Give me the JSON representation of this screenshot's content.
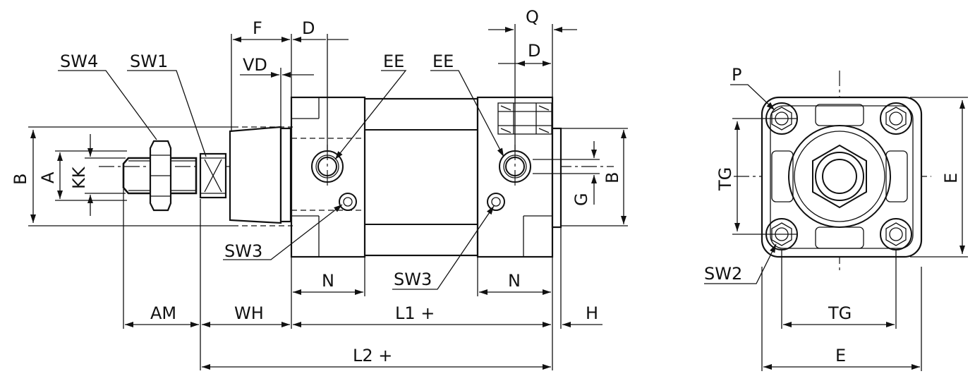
{
  "labels": {
    "sw4": "SW4",
    "sw1": "SW1",
    "f": "F",
    "d_top": "D",
    "vd": "VD",
    "ee_left": "EE",
    "ee_right": "EE",
    "q": "Q",
    "d_right": "D",
    "b_left": "B",
    "a": "A",
    "kk": "KK",
    "sw3_left": "SW3",
    "sw3_right": "SW3",
    "n_left": "N",
    "n_right": "N",
    "g": "G",
    "b_right": "B",
    "am": "AM",
    "wh": "WH",
    "l1": "L1 +",
    "h": "H",
    "l2": "L2 +",
    "p": "P",
    "tg_vertical": "TG",
    "e_vertical": "E",
    "sw2": "SW2",
    "tg_horizontal": "TG",
    "e_horizontal": "E"
  }
}
